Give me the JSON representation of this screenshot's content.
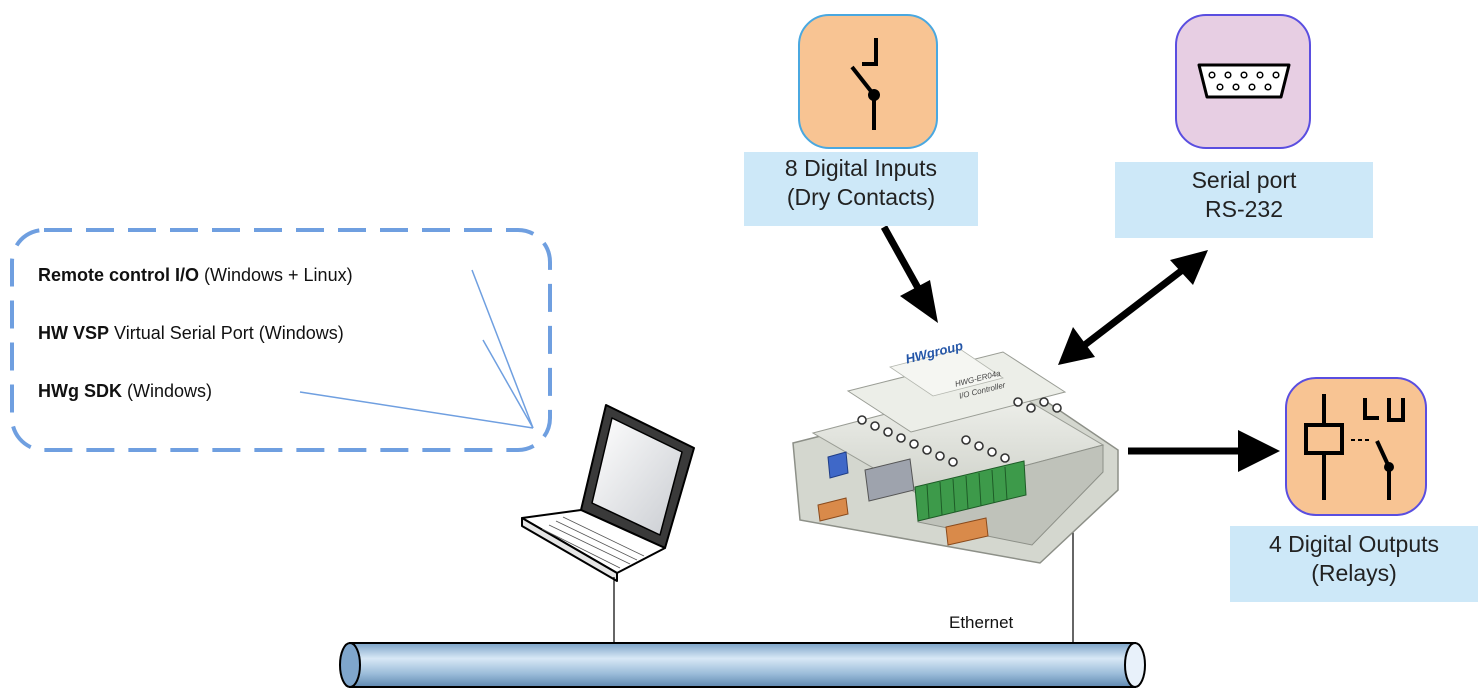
{
  "software_box": {
    "items": [
      {
        "bold": "Remote control I/O",
        "rest": " (Windows + Linux)"
      },
      {
        "bold": "HW VSP",
        "rest": " Virtual Serial Port (Windows)"
      },
      {
        "bold": "HWg SDK",
        "rest": " (Windows)"
      }
    ]
  },
  "digital_inputs": {
    "line1": "8 Digital Inputs",
    "line2": "(Dry Contacts)",
    "icon": "dry-contact-switch-icon"
  },
  "serial_port": {
    "line1": "Serial port",
    "line2": "RS-232",
    "icon": "db9-connector-icon"
  },
  "digital_outputs": {
    "line1": "4 Digital Outputs",
    "line2": "(Relays)",
    "icon": "relay-icon"
  },
  "device": {
    "brand": "HWgroup",
    "model": "HWG-ER04a",
    "subtitle": "I/O Controller"
  },
  "network": {
    "label": "Ethernet"
  },
  "colors": {
    "dashed_box": "#6f9fe0",
    "caption_bg": "#cde8f8",
    "inputs_icon_bg": "#f8c493",
    "inputs_icon_border": "#4aa8e0",
    "serial_icon_bg": "#e7cee3",
    "serial_icon_border": "#5a4ee0",
    "outputs_icon_bg": "#f8c493",
    "outputs_icon_border": "#5a4ee0",
    "pipe": "#a9c6e0"
  }
}
